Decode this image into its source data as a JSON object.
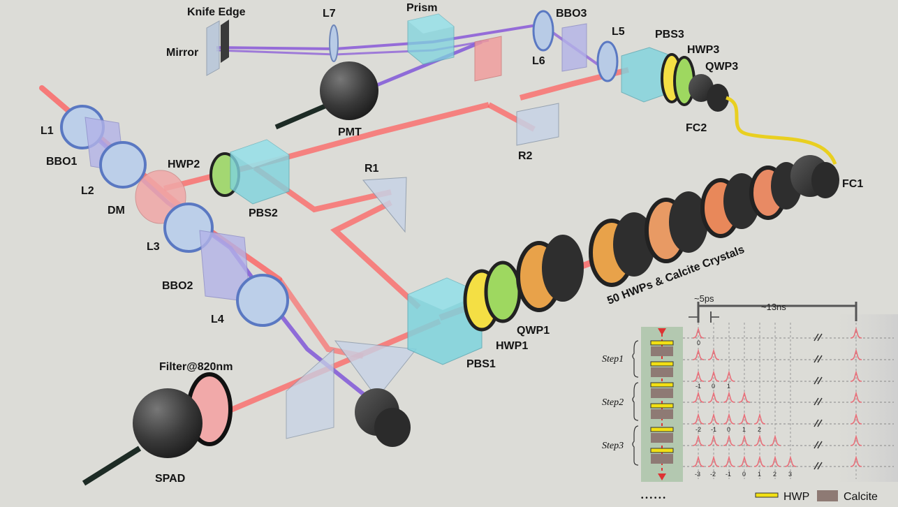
{
  "labels": {
    "knife_edge": "Knife Edge",
    "mirror": "Mirror",
    "l7": "L7",
    "prism": "Prism",
    "l6": "L6",
    "bbo3": "BBO3",
    "l5": "L5",
    "pbs3": "PBS3",
    "hwp3": "HWP3",
    "qwp3": "QWP3",
    "fc2": "FC2",
    "pmt": "PMT",
    "r2": "R2",
    "l1": "L1",
    "bbo1": "BBO1",
    "l2": "L2",
    "dm": "DM",
    "l3": "L3",
    "bbo2": "BBO2",
    "l4": "L4",
    "hwp2": "HWP2",
    "pbs2": "PBS2",
    "r1": "R1",
    "fc1": "FC1",
    "stack": "50 HWPs & Calcite Crystals",
    "qwp1": "QWP1",
    "hwp1": "HWP1",
    "pbs1": "PBS1",
    "filter": "Filter@820nm",
    "spad": "SPAD"
  },
  "inset": {
    "timing_short": "~5ps",
    "timing_long": "~13ns",
    "steps": [
      "Step1",
      "Step2",
      "Step3"
    ],
    "ticks_row1": [
      "0"
    ],
    "ticks_row3": [
      "-1",
      "0",
      "1"
    ],
    "ticks_row5": [
      "-2",
      "-1",
      "0",
      "1",
      "2"
    ],
    "ticks_row7": [
      "-3",
      "-2",
      "-1",
      "0",
      "1",
      "2",
      "3"
    ],
    "dots": "• • • • • •",
    "legend_hwp": "HWP",
    "legend_calcite": "Calcite",
    "colors": {
      "hwp": "#f2e014",
      "calcite": "#8e7a74",
      "pulse": "#e8707a"
    }
  }
}
